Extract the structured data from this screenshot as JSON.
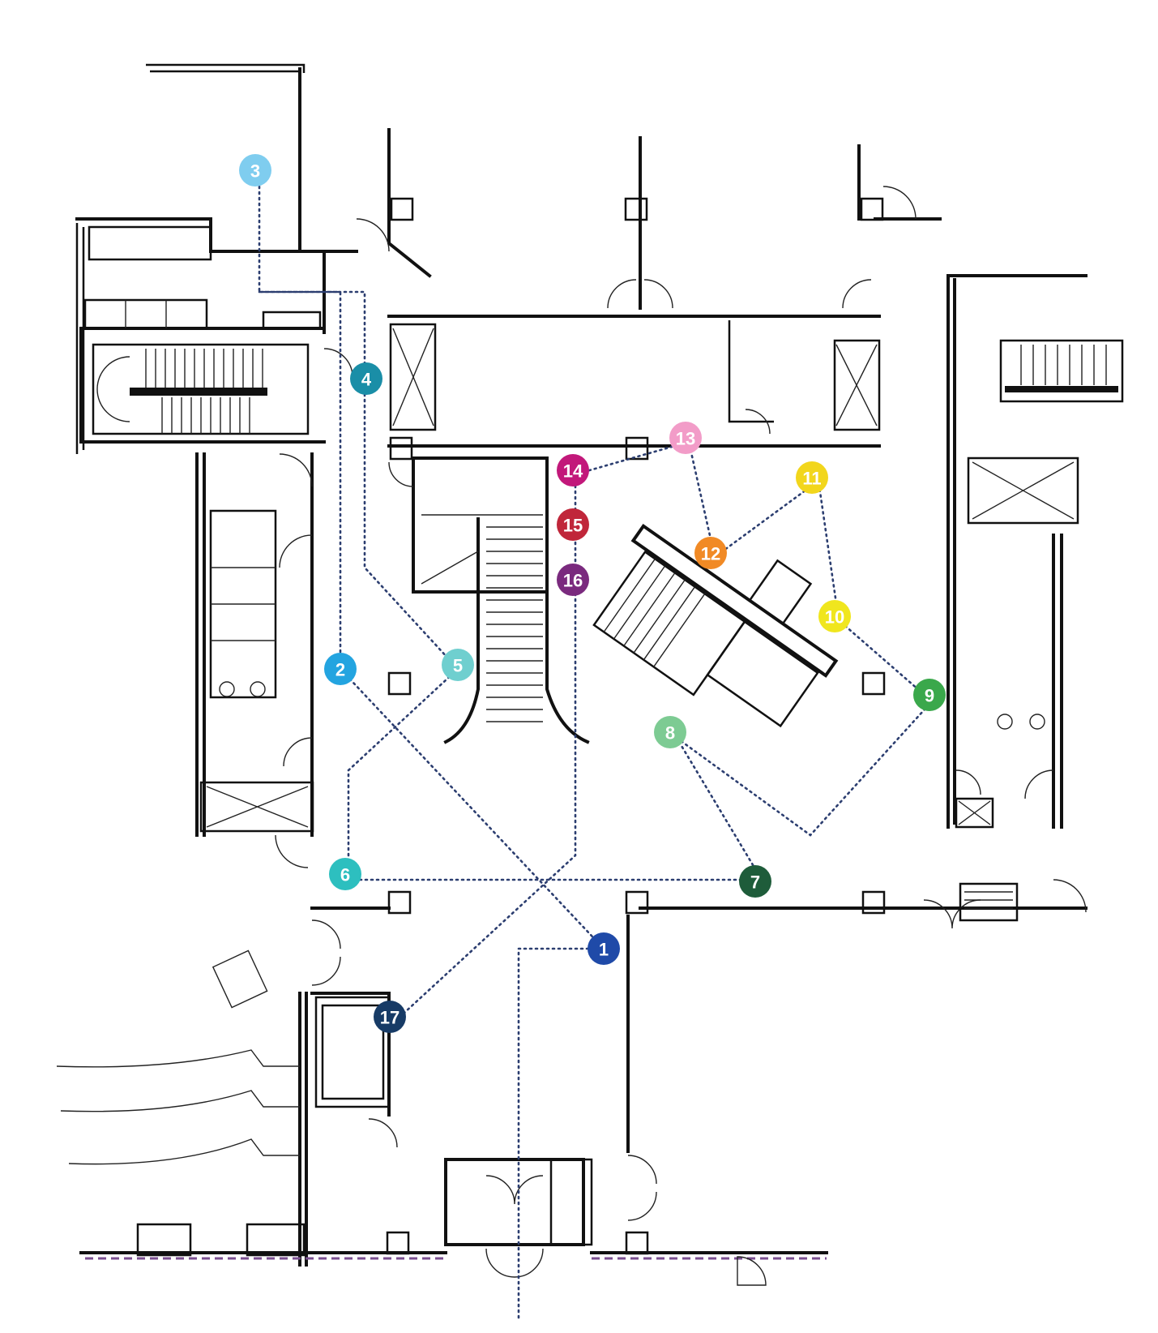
{
  "map": {
    "type": "floor-plan",
    "route_color": "#2c3e70",
    "stops": [
      {
        "label": "1",
        "color": "#1f4aa8"
      },
      {
        "label": "2",
        "color": "#23a4e0"
      },
      {
        "label": "3",
        "color": "#7fcdef"
      },
      {
        "label": "4",
        "color": "#1a8ea7"
      },
      {
        "label": "5",
        "color": "#6fcfcf"
      },
      {
        "label": "6",
        "color": "#2dbfbf"
      },
      {
        "label": "7",
        "color": "#1e5c3a"
      },
      {
        "label": "8",
        "color": "#7dcb93"
      },
      {
        "label": "9",
        "color": "#3aa84b"
      },
      {
        "label": "10",
        "color": "#f0e61e"
      },
      {
        "label": "11",
        "color": "#f2d61c"
      },
      {
        "label": "12",
        "color": "#f18a25"
      },
      {
        "label": "13",
        "color": "#f29cc8"
      },
      {
        "label": "14",
        "color": "#c2187a"
      },
      {
        "label": "15",
        "color": "#c0263a"
      },
      {
        "label": "16",
        "color": "#7a2a7e"
      },
      {
        "label": "17",
        "color": "#173b66"
      }
    ]
  }
}
